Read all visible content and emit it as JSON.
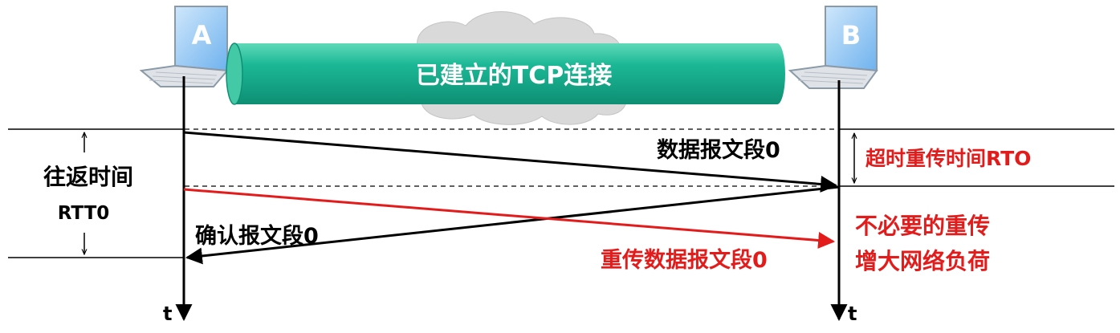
{
  "host_a": {
    "label": "A"
  },
  "host_b": {
    "label": "B"
  },
  "connection": {
    "label": "已建立的TCP连接"
  },
  "rtt": {
    "label_line1": "往返时间",
    "label_line2": "RTT0"
  },
  "rto": {
    "label": "超时重传时间RTO"
  },
  "segments": {
    "data_label": "数据报文段0",
    "ack_label": "确认报文段0",
    "retransmit_label": "重传数据报文段0"
  },
  "note": {
    "line1": "不必要的重传",
    "line2": "增大网络负荷"
  },
  "time_axis": {
    "a_label": "t",
    "b_label": "t"
  },
  "colors": {
    "pipe": "#19b694",
    "pipe_dark": "#0f8f72",
    "cloud": "#d9d9d9",
    "highlight": "#e31b1b",
    "line": "#000000"
  }
}
